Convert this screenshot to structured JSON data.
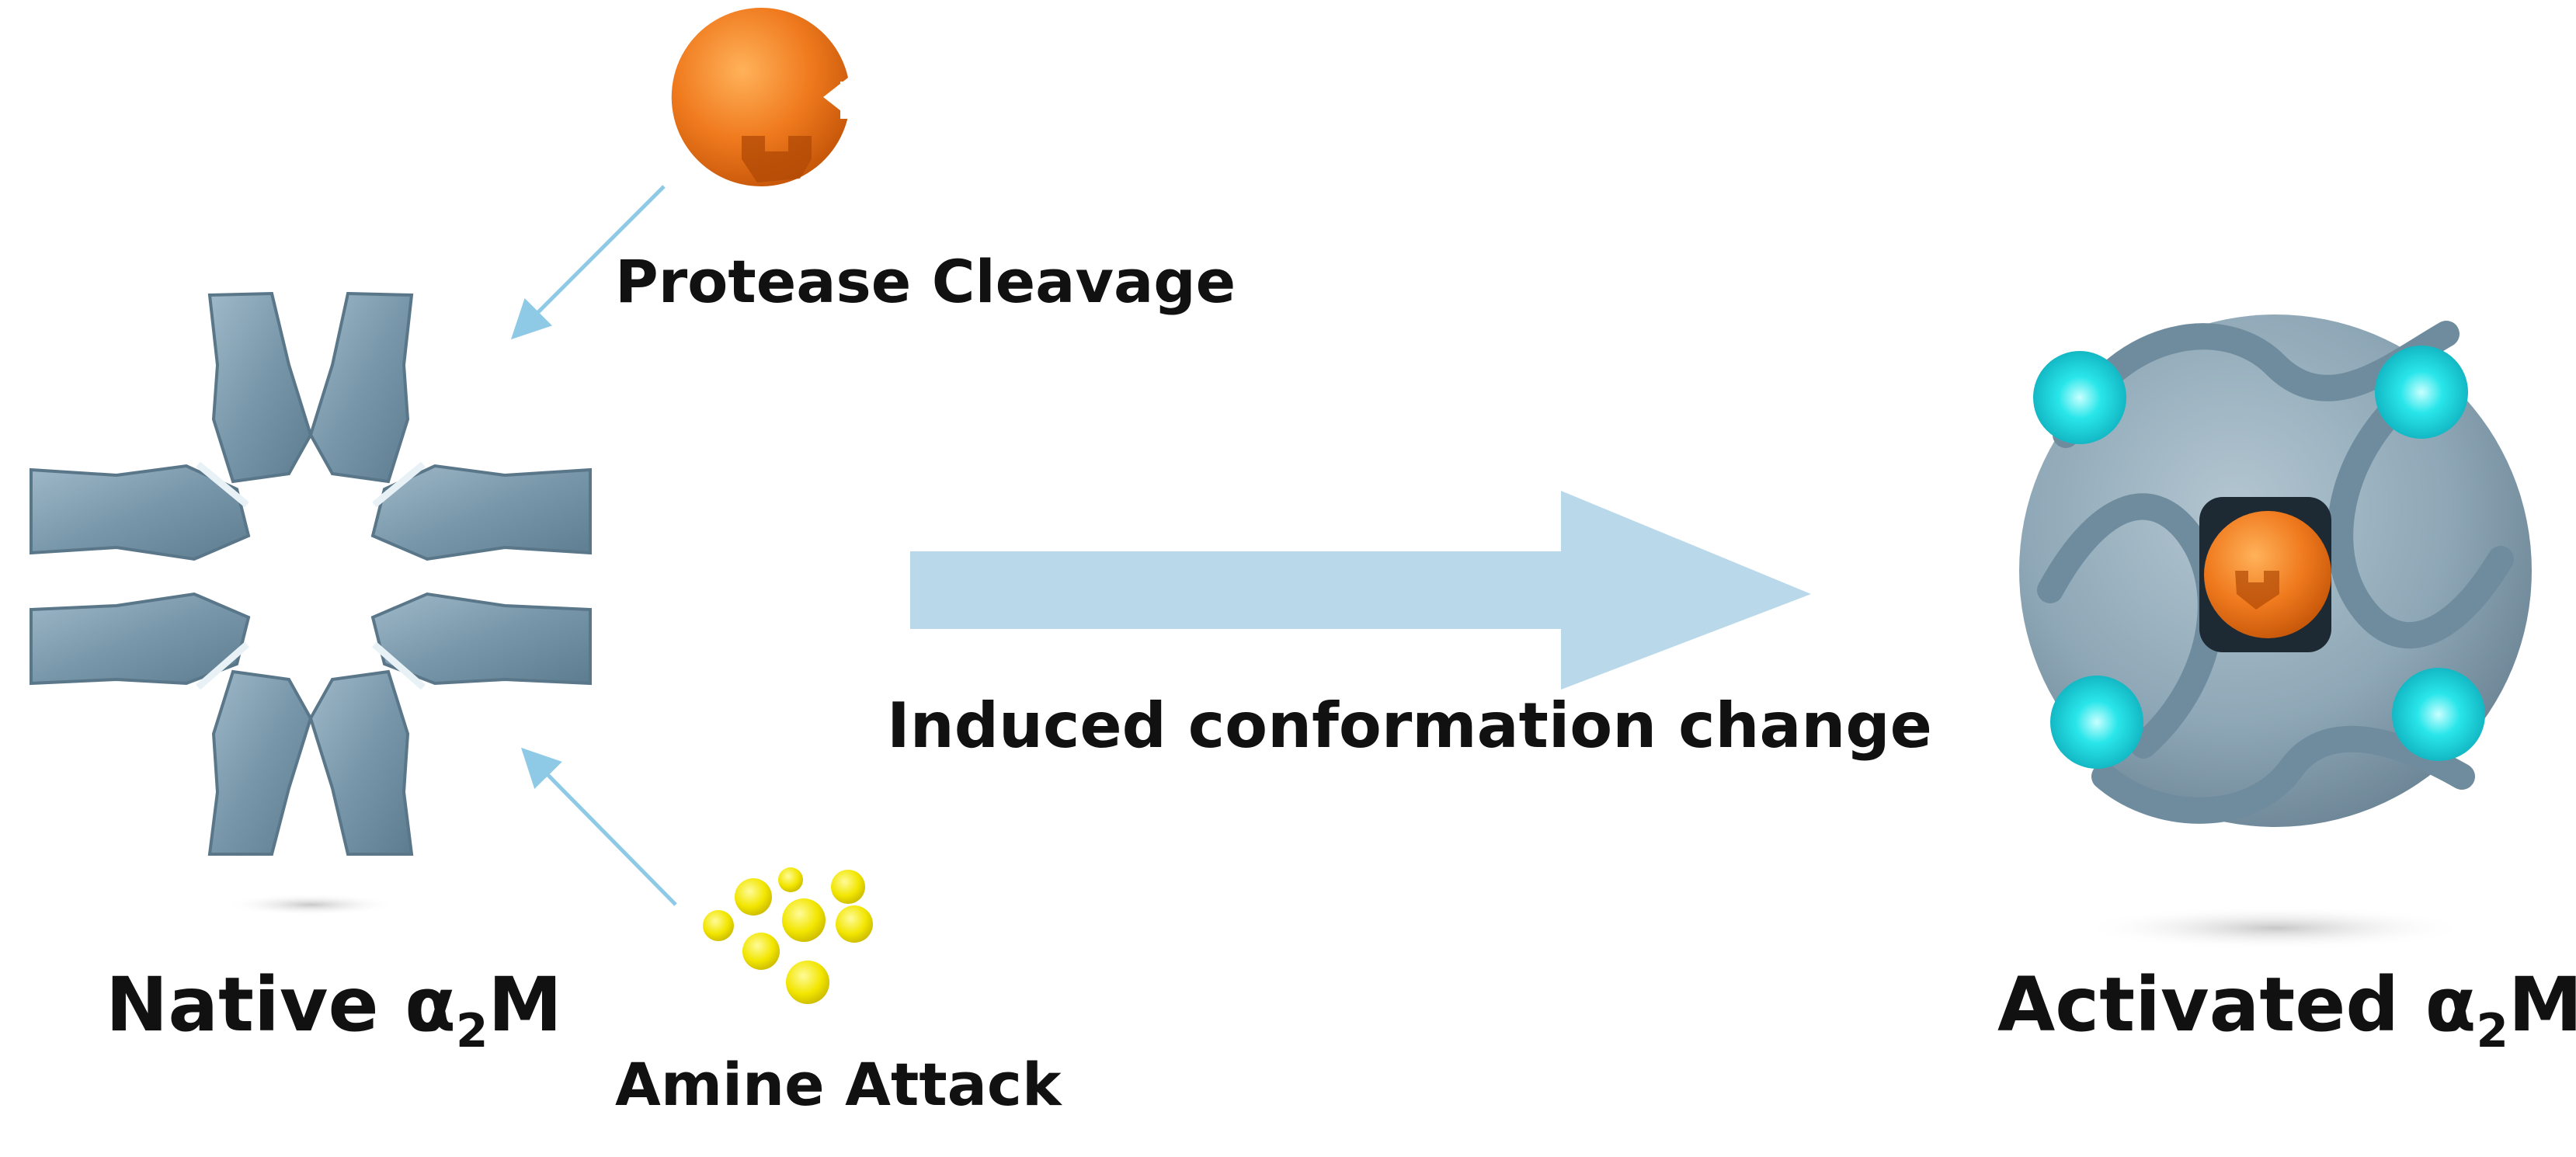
{
  "labels": {
    "protease": "Protease Cleavage",
    "amine": "Amine Attack",
    "induced": "Induced conformation change",
    "native_prefix": "Native α",
    "native_sub": "2",
    "native_suffix": "M",
    "activated_prefix": "Activated α",
    "activated_sub": "2",
    "activated_suffix": "M"
  },
  "colors": {
    "protein_body": "#7f9fb0",
    "protein_shade": "#5f7f92",
    "activated_body": "#8fa7b6",
    "protease": "#f07a1e",
    "amine": "#f2e600",
    "glow": "#29e6ea",
    "big_arrow": "#b9d8ea",
    "small_arrow": "#8ecae6"
  },
  "icons": {
    "protease": "pacman-protease-icon",
    "amine": "amine-cluster-icon",
    "native": "native-a2m-molecule",
    "activated": "activated-a2m-molecule"
  }
}
